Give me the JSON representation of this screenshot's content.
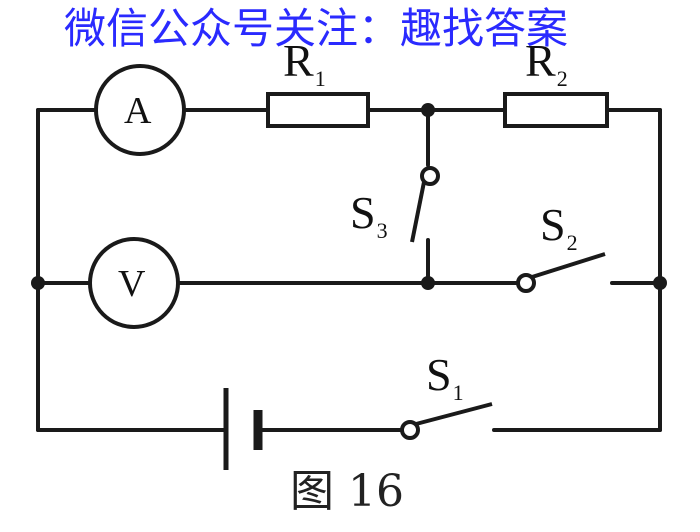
{
  "watermark": "微信公众号关注：趣找答案",
  "caption": "图 16",
  "components": {
    "ammeter": {
      "symbol": "A"
    },
    "voltmeter": {
      "symbol": "V"
    },
    "R1": {
      "letter": "R",
      "sub": "1"
    },
    "R2": {
      "letter": "R",
      "sub": "2"
    },
    "S1": {
      "letter": "S",
      "sub": "1"
    },
    "S2": {
      "letter": "S",
      "sub": "2"
    },
    "S3": {
      "letter": "S",
      "sub": "3"
    }
  },
  "colors": {
    "wire": "#1a1a1a",
    "watermark": "#2a2aff"
  }
}
